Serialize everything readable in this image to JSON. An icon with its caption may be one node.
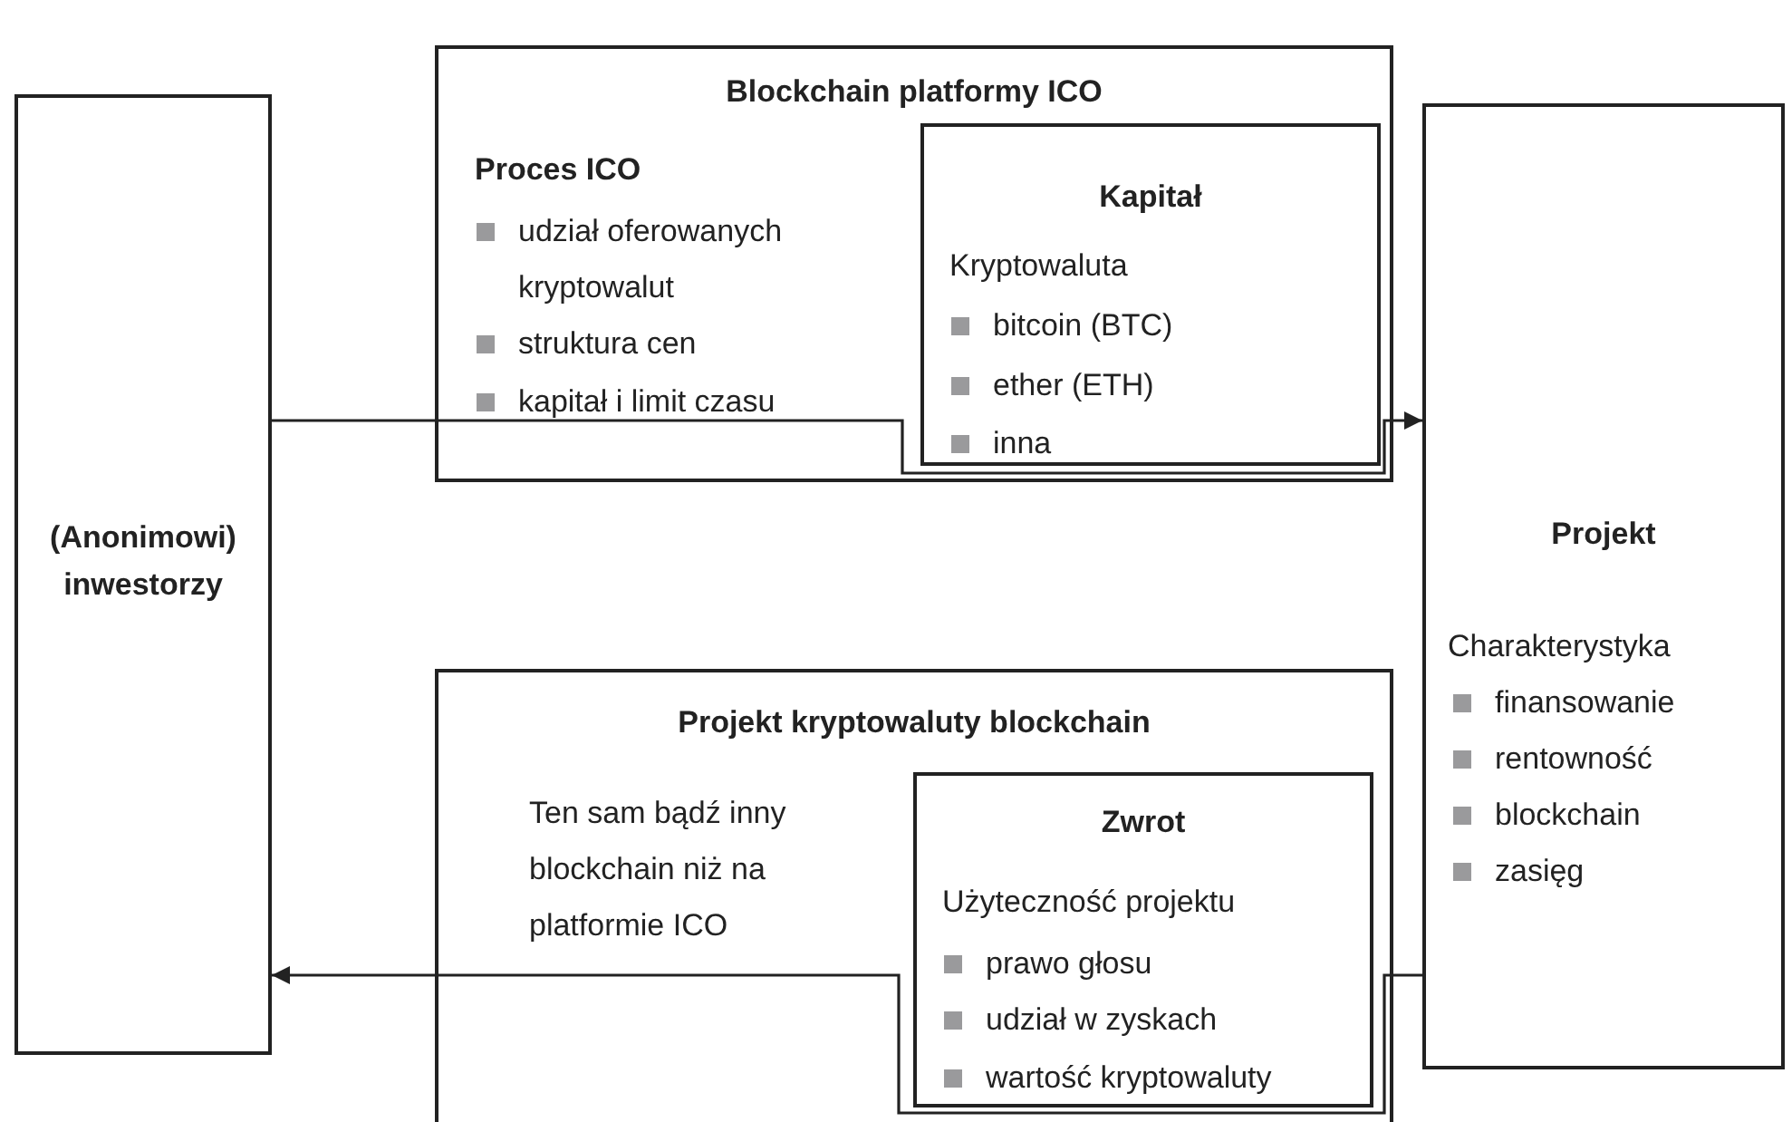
{
  "diagram": {
    "nodes": [
      {
        "text": [
          "Blockchain platformy ICO",
          "Proces ICO",
          "udział oferowanych kryptowalut",
          "struktura cen",
          "kapitał i limit czasu"
        ]
      },
      {
        "text": [
          "Kapitał",
          "Kryptowaluta",
          "bitcoin (BTC)",
          "ether (ETH)",
          "inna"
        ],
        "in": 0
      },
      {
        "text": [
          "(Anonimowi) inwestorzy"
        ]
      },
      {
        "text": [
          "Projekt",
          "Charakterystyka",
          "finansowanie",
          "rentowność",
          "blockchain",
          "zasięg"
        ]
      },
      {
        "text": [
          "Projekt kryptowaluty blockchain",
          "Ten sam bądź inny blockchain niż na platformie ICO"
        ]
      },
      {
        "text": [
          "Zwrot",
          "Użyteczność projektu",
          "prawo głosu",
          "udział w zyskach",
          "wartość kryptowaluty"
        ],
        "in": 4
      }
    ],
    "edges": [
      {
        "from": 2,
        "to": 3,
        "arrow": "to"
      },
      {
        "from": 3,
        "to": 2,
        "arrow": "to"
      }
    ]
  }
}
